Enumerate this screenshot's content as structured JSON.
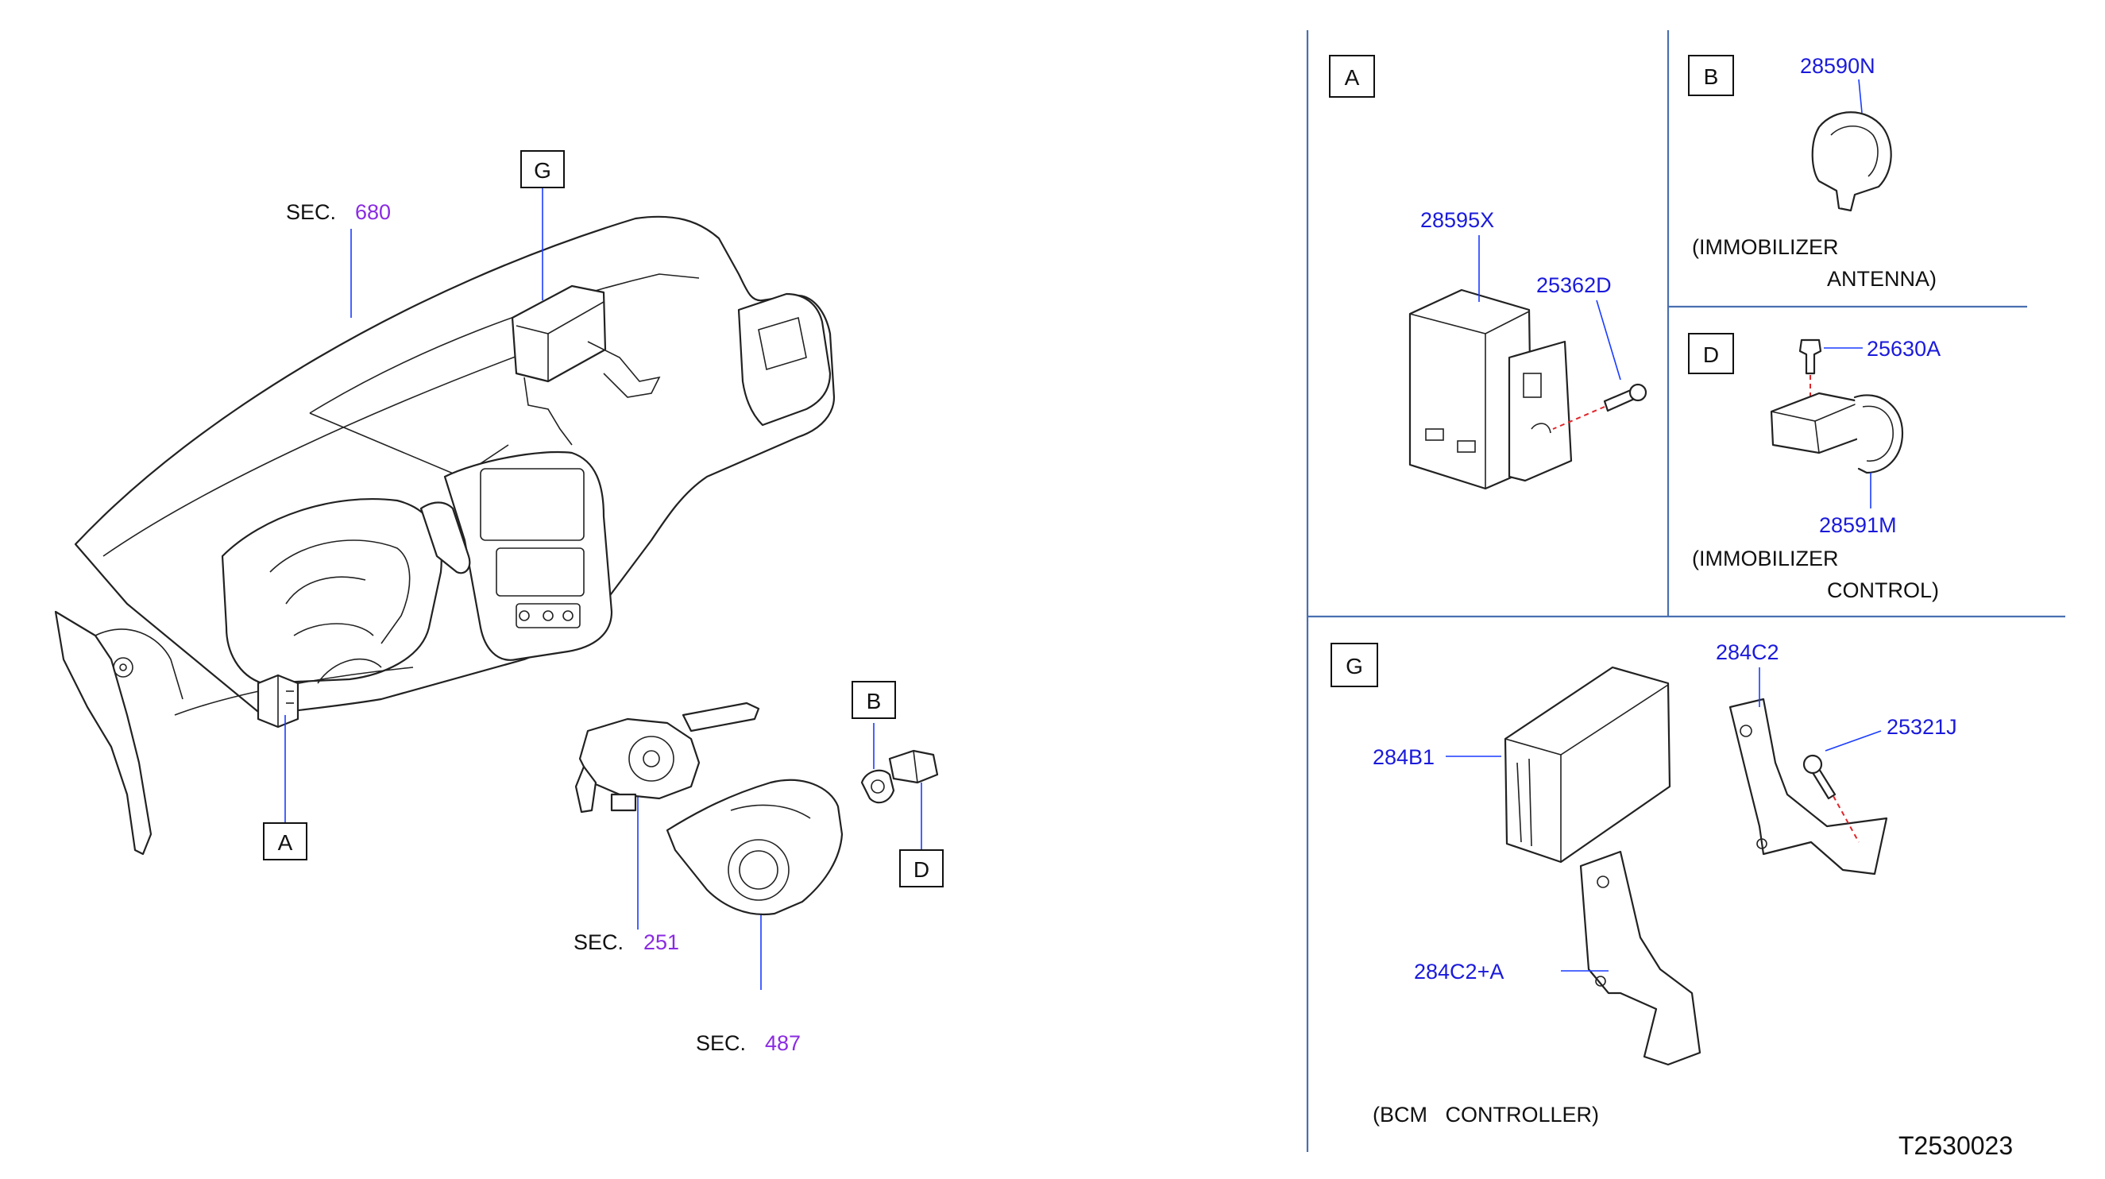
{
  "diagram": {
    "drawing_number": "T2530023",
    "main_view": {
      "section_refs": [
        {
          "prefix": "SEC.",
          "number": "680"
        },
        {
          "prefix": "SEC.",
          "number": "251"
        },
        {
          "prefix": "SEC.",
          "number": "487"
        }
      ],
      "callouts": [
        "G",
        "A",
        "B",
        "D"
      ]
    },
    "panel_A": {
      "tag": "A",
      "parts": [
        "28595X",
        "25362D"
      ]
    },
    "panel_B": {
      "tag": "B",
      "parts": [
        "28590N"
      ],
      "caption_line1": "(IMMOBILIZER",
      "caption_line2": "ANTENNA)"
    },
    "panel_D": {
      "tag": "D",
      "parts": [
        "25630A",
        "28591M"
      ],
      "caption_line1": "(IMMOBILIZER",
      "caption_line2": "CONTROL)"
    },
    "panel_G": {
      "tag": "G",
      "parts": [
        "284C2",
        "25321J",
        "284B1",
        "284C2+A"
      ],
      "caption": "(BCM   CONTROLLER)"
    }
  },
  "colors": {
    "part_number": "#1a1adb",
    "section_number": "#8a2be2",
    "panel_divider": "#4a6fb0",
    "dashed_guide": "#e0262a"
  }
}
